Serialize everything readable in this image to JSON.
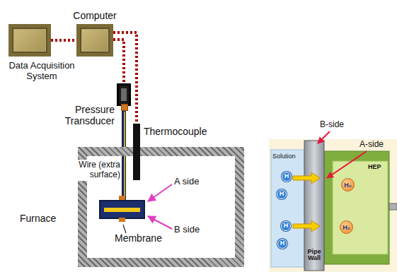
{
  "diagram": {
    "nodes": [
      {
        "text": [
          "Data Acquisition System"
        ]
      },
      {
        "text": [
          "Computer"
        ]
      },
      {
        "text": [
          "Pressure Transducer"
        ]
      },
      {
        "text": [
          "Thermocouple"
        ]
      },
      {
        "text": [
          "Furnace"
        ]
      },
      {
        "text": [
          "Membrane"
        ],
        "in": 4
      }
    ],
    "edges": [
      {
        "from": 0,
        "to": 1,
        "arrow": "none"
      },
      {
        "from": 1,
        "to": 2,
        "arrow": "none"
      },
      {
        "from": 1,
        "to": 3,
        "arrow": "none"
      },
      {
        "from": 2,
        "to": 5,
        "arrow": "none"
      }
    ],
    "labels": [
      "Wire (extra surface)",
      "A side",
      "B side",
      "B-side",
      "A-side",
      "Solution",
      "HEP",
      "Pipe Wall",
      "H",
      "H",
      "H",
      "H",
      "H₂",
      "H₂"
    ]
  }
}
